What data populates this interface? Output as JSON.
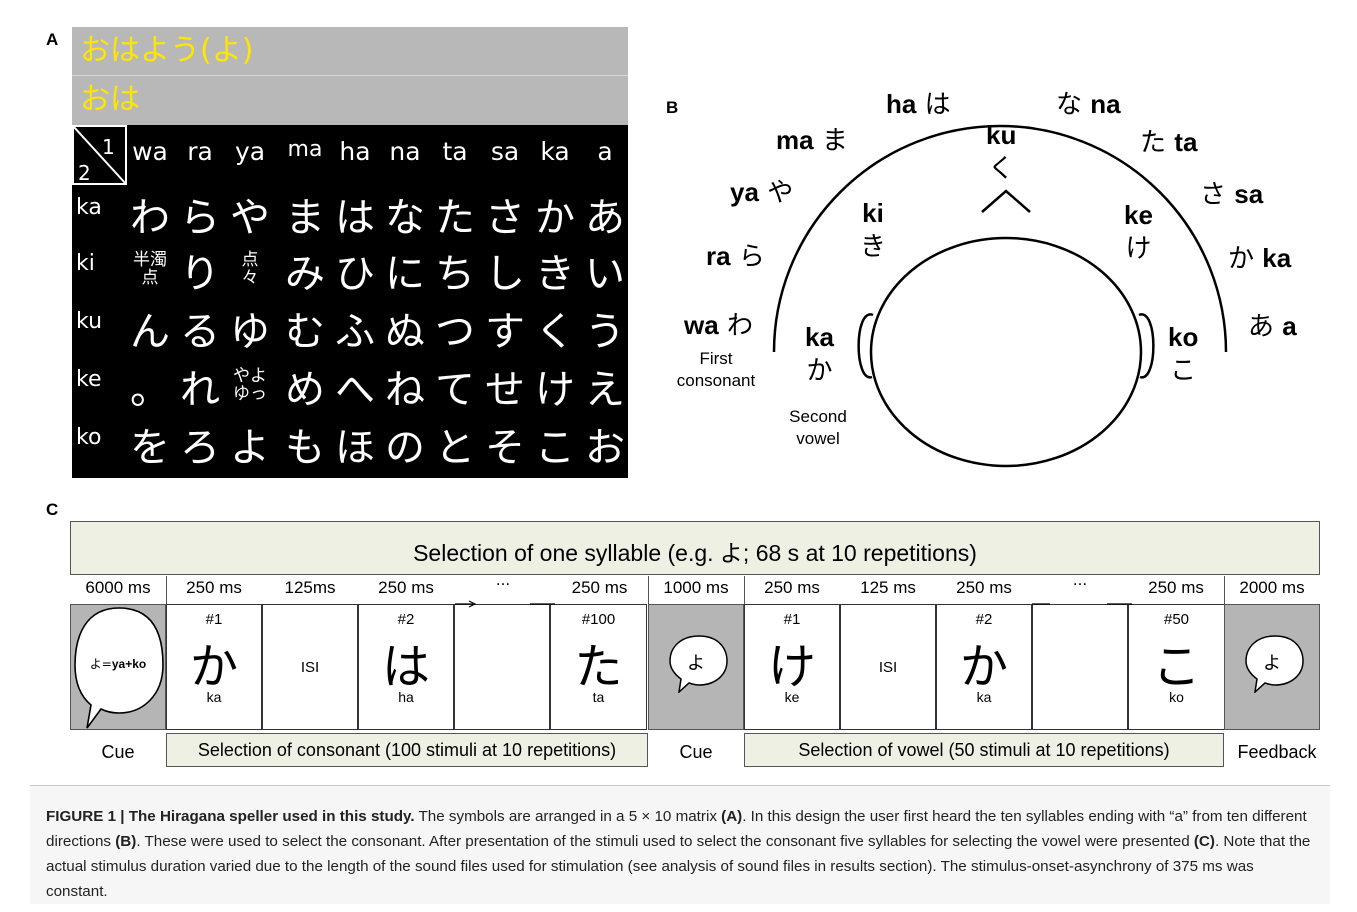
{
  "panel_labels": {
    "a": "A",
    "b": "B",
    "c": "C"
  },
  "panel_a": {
    "input_line_1": "おはよう(よ)",
    "input_line_2": "おは",
    "corner_1": "1",
    "corner_2": "2",
    "col_headers": [
      "wa",
      "ra",
      "ya",
      "ma",
      "ha",
      "na",
      "ta",
      "sa",
      "ka",
      "a"
    ],
    "rows": [
      {
        "label": "ka",
        "kana": [
          "わ",
          "ら",
          "や",
          "ま",
          "は",
          "な",
          "た",
          "さ",
          "か",
          "あ"
        ]
      },
      {
        "label": "ki",
        "kana": [
          "半濁\n点",
          "り",
          "点\n々",
          "み",
          "ひ",
          "に",
          "ち",
          "し",
          "き",
          "い"
        ]
      },
      {
        "label": "ku",
        "kana": [
          "ん",
          "る",
          "ゆ",
          "む",
          "ふ",
          "ぬ",
          "つ",
          "す",
          "く",
          "う"
        ]
      },
      {
        "label": "ke",
        "kana": [
          "。",
          "れ",
          "やよ\nゆっ",
          "め",
          "へ",
          "ね",
          "て",
          "せ",
          "け",
          "え"
        ]
      },
      {
        "label": "ko",
        "kana": [
          "を",
          "ろ",
          "よ",
          "も",
          "ほ",
          "の",
          "と",
          "そ",
          "こ",
          "お"
        ]
      }
    ]
  },
  "panel_b": {
    "consonants": [
      {
        "kana": "わ",
        "romaji": "wa",
        "bold": "w",
        "rest": "a"
      },
      {
        "kana": "ら",
        "romaji": "ra",
        "bold": "r",
        "rest": "a"
      },
      {
        "kana": "や",
        "romaji": "ya",
        "bold": "y",
        "rest": "a"
      },
      {
        "kana": "ま",
        "romaji": "ma",
        "bold": "m",
        "rest": "a"
      },
      {
        "kana": "は",
        "romaji": "ha",
        "bold": "h",
        "rest": "a"
      },
      {
        "kana": "な",
        "romaji": "na",
        "bold": "n",
        "rest": "a"
      },
      {
        "kana": "た",
        "romaji": "ta",
        "bold": "t",
        "rest": "a"
      },
      {
        "kana": "さ",
        "romaji": "sa",
        "bold": "s",
        "rest": "a"
      },
      {
        "kana": "か",
        "romaji": "ka",
        "bold": "k",
        "rest": "a"
      },
      {
        "kana": "あ",
        "romaji": "a",
        "bold": "a",
        "rest": ""
      }
    ],
    "vowels": [
      {
        "kana": "か",
        "romaji_c": "k",
        "romaji_v": "a"
      },
      {
        "kana": "き",
        "romaji_c": "k",
        "romaji_v": "i"
      },
      {
        "kana": "く",
        "romaji_c": "k",
        "romaji_v": "u"
      },
      {
        "kana": "け",
        "romaji_c": "k",
        "romaji_v": "e"
      },
      {
        "kana": "こ",
        "romaji_c": "k",
        "romaji_v": "o"
      }
    ],
    "first_consonant_label": "First\nconsonant",
    "second_vowel_label": "Second\nvowel"
  },
  "panel_c": {
    "banner": "Selection of one syllable (e.g. よ; 68 s at 10 repetitions)",
    "timings": [
      "6000 ms",
      "250 ms",
      "125ms",
      "250 ms",
      "...",
      "250 ms",
      "1000 ms",
      "250 ms",
      "125 ms",
      "250 ms",
      "...",
      "250 ms",
      "2000 ms"
    ],
    "cue1_text": "よ=ya+ko",
    "cue1_plain": "よ=",
    "cue1_bold": "ya+ko",
    "cue2_text": "よ",
    "feedback_text": "よ",
    "consonant_stimuli": [
      {
        "num": "#1",
        "kana": "か",
        "romaji": "ka"
      },
      {
        "isi": "ISI"
      },
      {
        "num": "#2",
        "kana": "は",
        "romaji": "ha"
      },
      {
        "blank": true
      },
      {
        "num": "#100",
        "kana": "た",
        "romaji": "ta"
      }
    ],
    "vowel_stimuli": [
      {
        "num": "#1",
        "kana": "け",
        "romaji": "ke"
      },
      {
        "isi": "ISI"
      },
      {
        "num": "#2",
        "kana": "か",
        "romaji": "ka"
      },
      {
        "blank": true
      },
      {
        "num": "#50",
        "kana": "こ",
        "romaji": "ko"
      }
    ],
    "below_labels": {
      "cue1": "Cue",
      "consonant_selection": "Selection of consonant (100 stimuli at 10 repetitions)",
      "cue2": "Cue",
      "vowel_selection": "Selection of vowel (50 stimuli at 10 repetitions)",
      "feedback": "Feedback"
    }
  },
  "caption": {
    "figure_label": "FIGURE 1 | The Hiragana speller used in this study.",
    "sentence_1_before": " The symbols are arranged in a 5 × 10 matrix ",
    "ref_a": "(A)",
    "sentence_2_before": ". In this design the user first heard the ten syllables ending with “a” from ten different directions ",
    "ref_b": "(B)",
    "sentence_3_before": ". These were used to select the consonant. After presentation of the stimuli used to select the consonant five syllables for selecting the vowel were presented ",
    "ref_c": "(C)",
    "sentence_4": ". Note that the actual stimulus duration varied due to the length of the sound files used for stimulation (see analysis of sound files in results section). The stimulus-onset-asynchrony of 375 ms was constant."
  }
}
